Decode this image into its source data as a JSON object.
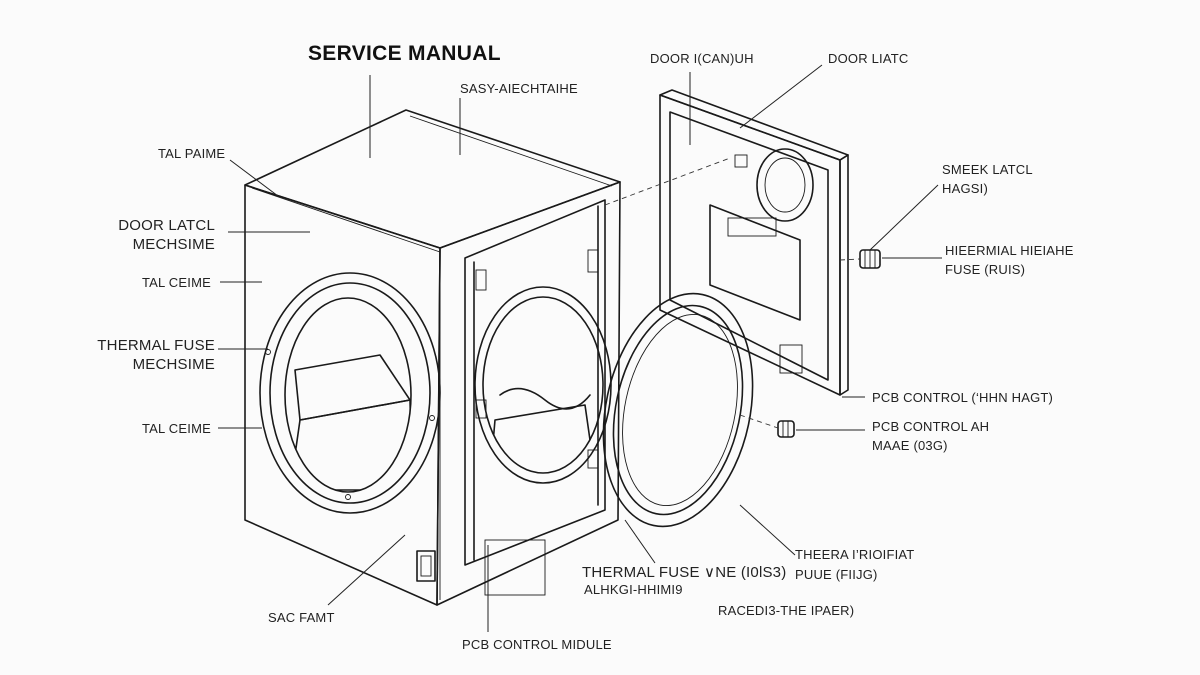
{
  "diagram": {
    "title": "SERVICE MANUAL",
    "labels": {
      "sasy": "SASY-AIECHTAIHE",
      "door_top1": "DOOR I(CAN)UH",
      "door_top2": "DOOR LIATC",
      "tal_paime": "TAL PAIME",
      "door_latcl_1": "DOOR LATCL",
      "door_latcl_2": "MECHSIME",
      "tal_ceime_1": "TAL CEIME",
      "thermal_1": "THERMAL FUSE",
      "thermal_2": "MECHSIME",
      "tal_ceime_2": "TAL CEIME",
      "sac_famt": "SAC FAMT",
      "pcb_module": "PCB CONTROL MIDULE",
      "thermal_bottom_1": "THERMAL FUSE ∨NE (I0lS3)",
      "thermal_bottom_2": "ALHKGI-HHIMI9",
      "racedie": "RACEDI3-THE IPAER)",
      "theera_1": "THEERA I’RIOIFIAT",
      "theera_2": "PUUE (FIIJG)",
      "pcb_ctrl_1": "PCB CONTROL (‘HHN HAGT)",
      "pcb_ctrl_2": "PCB CONTROL AH",
      "pcb_ctrl_3": "MAAE (03G)",
      "hieermial_1": "HIEERMIAL HIEIAHE",
      "hieermial_2": "FUSE (RUIS)",
      "smeek_1": "SMEEK LATCL",
      "smeek_2": "HAGSI)"
    }
  }
}
